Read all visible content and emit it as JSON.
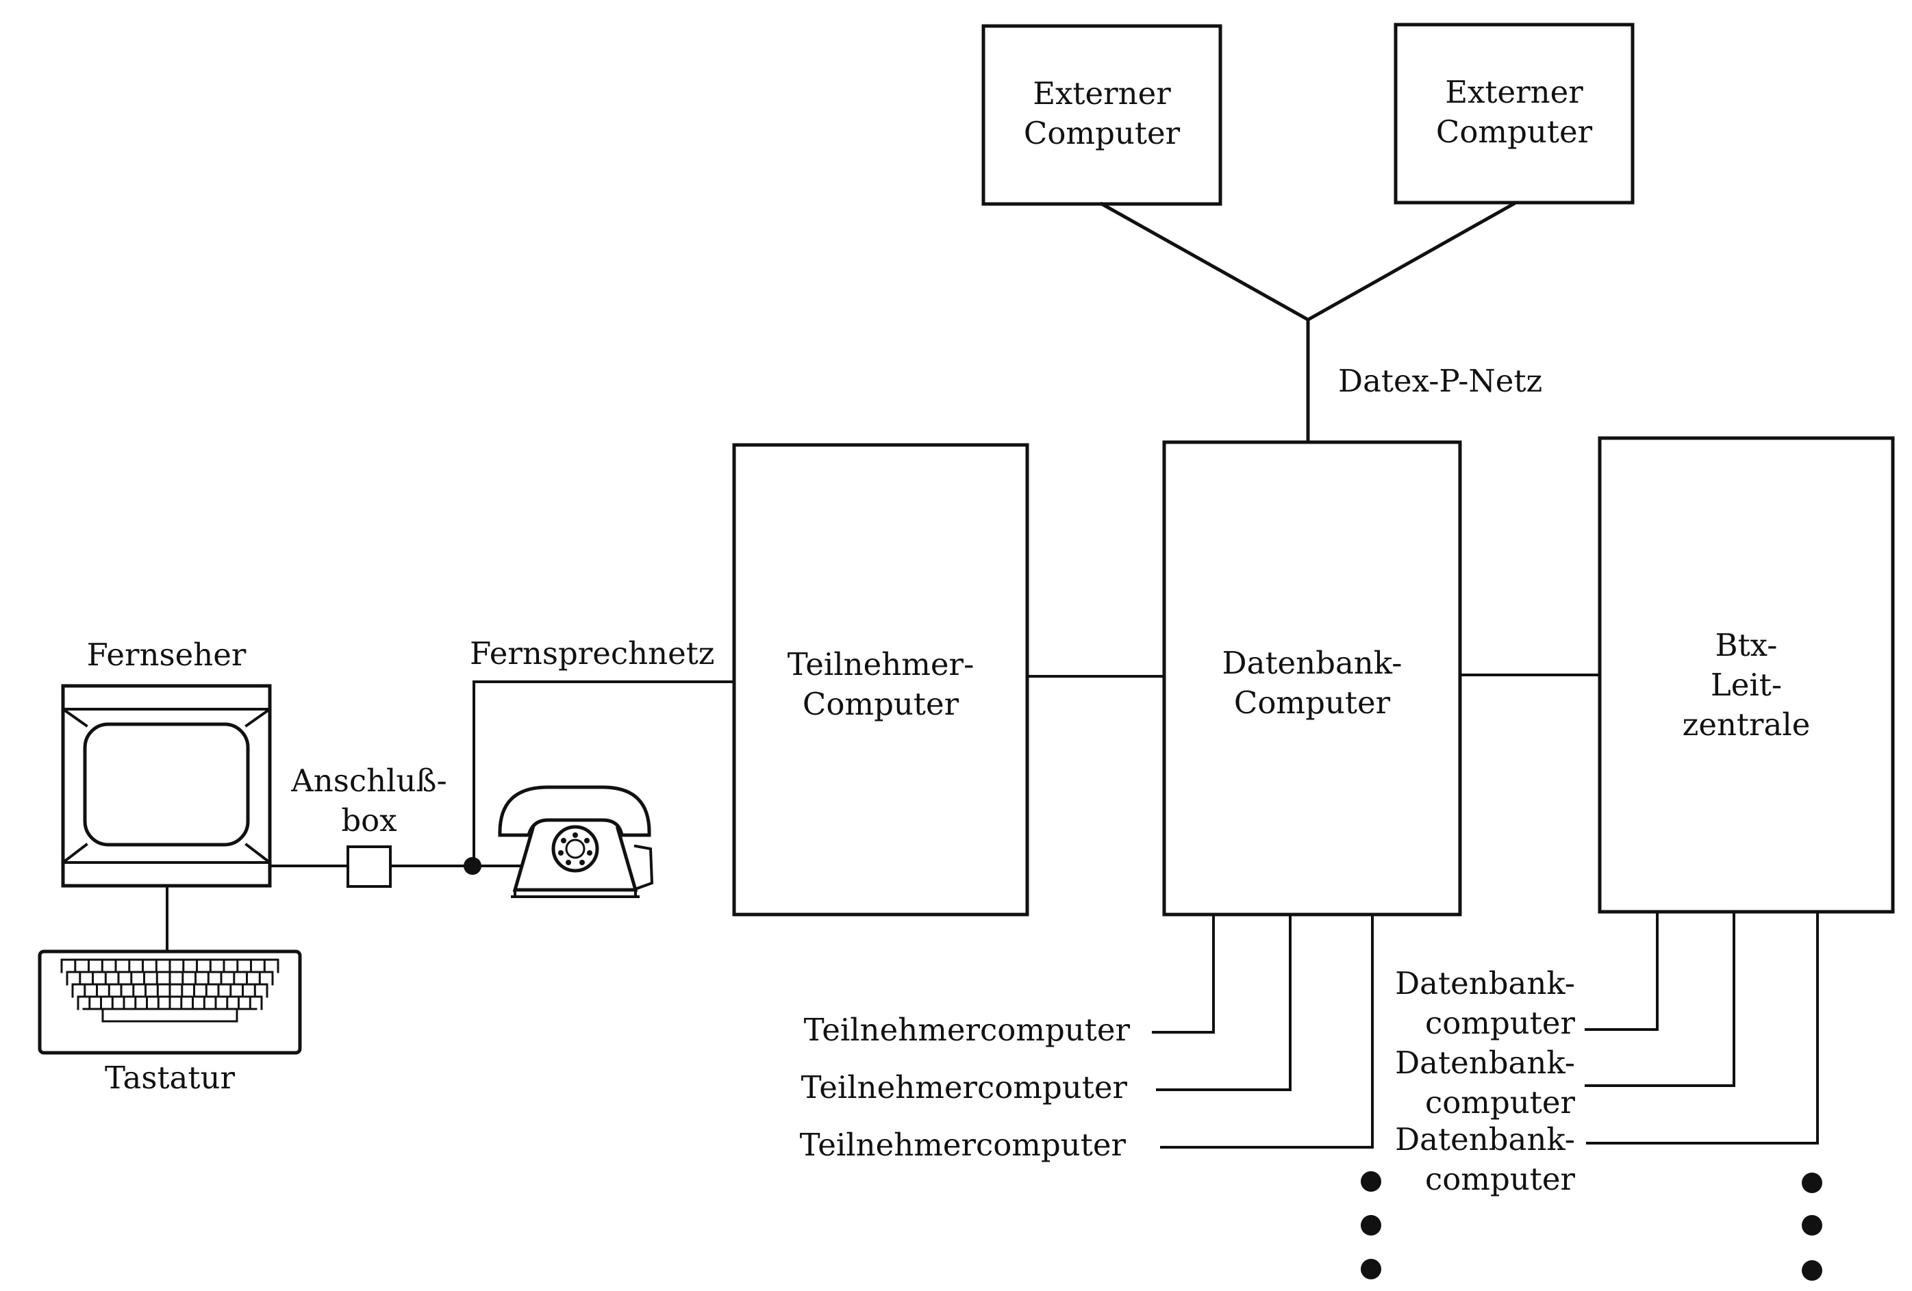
{
  "external_1": {
    "line1": "Externer",
    "line2": "Computer"
  },
  "external_2": {
    "line1": "Externer",
    "line2": "Computer"
  },
  "network_datex": "Datex-P-Netz",
  "subscriber": {
    "line1": "Teilnehmer-",
    "line2": "Computer"
  },
  "database": {
    "line1": "Datenbank-",
    "line2": "Computer"
  },
  "btx": {
    "line1": "Btx-",
    "line2": "Leit-",
    "line3": "zentrale"
  },
  "tv_label": "Fernseher",
  "keyboard_label": "Tastatur",
  "box_label": {
    "line1": "Anschluß-",
    "line2": "box"
  },
  "phone_network": "Fernsprechnetz",
  "subscriber_branches": [
    "Teilnehmercomputer",
    "Teilnehmercomputer",
    "Teilnehmercomputer"
  ],
  "database_branches": [
    {
      "line1": "Datenbank-",
      "line2": "computer"
    },
    {
      "line1": "Datenbank-",
      "line2": "computer"
    },
    {
      "line1": "Datenbank-",
      "line2": "computer"
    }
  ],
  "colors": {
    "ink": "#111111",
    "paper": "#ffffff"
  }
}
